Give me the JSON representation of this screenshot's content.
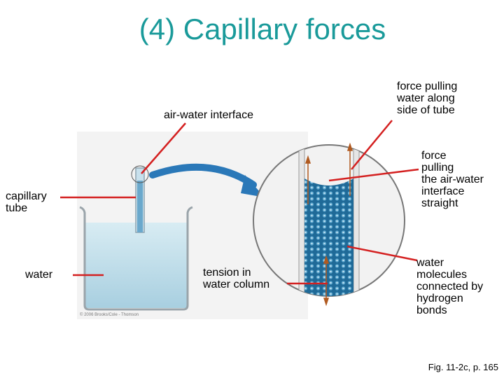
{
  "title": "(4) Capillary forces",
  "labels": {
    "air_water_interface": "air-water interface",
    "capillary_tube": "capillary\ntube",
    "water": "water",
    "tension": "tension in\nwater column",
    "force_side": "force pulling\nwater along\nside of tube",
    "force_interface": "force\npulling\nthe air-water\ninterface\nstraight",
    "molecules": "water\nmolecules\nconnected by\nhydrogen\nbonds"
  },
  "figure_ref": "Fig. 11-2c, p. 165",
  "credit": "© 2006 Brooks/Cole - Thomson",
  "colors": {
    "title": "#1a9a9a",
    "leader": "#d42020",
    "water_light": "#a8cfe0",
    "water_column": "#2a78a8",
    "arrow": "#2a78b8"
  }
}
